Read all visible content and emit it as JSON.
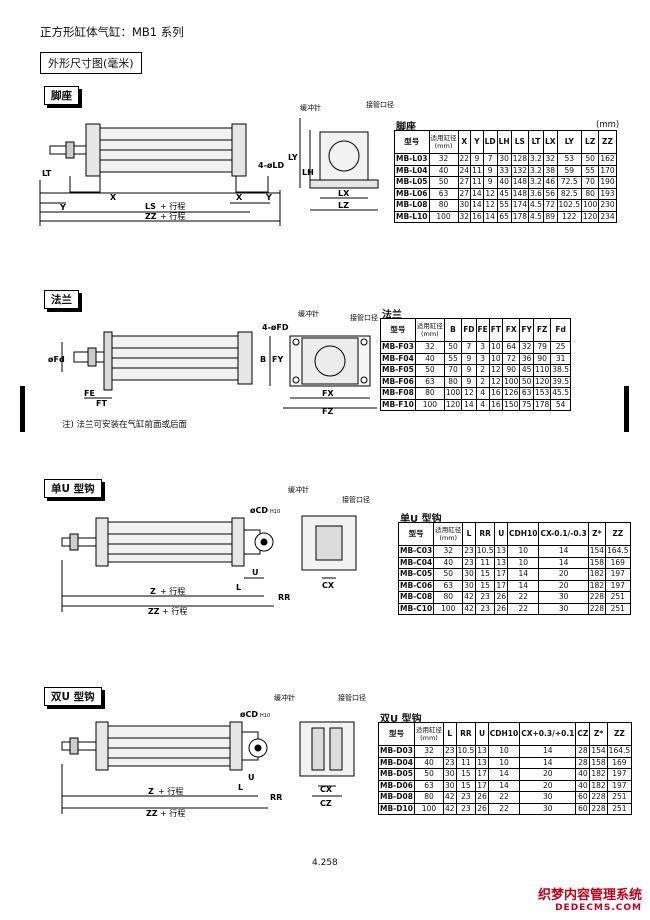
{
  "header": {
    "title": "正方形缸体气缸：MB1 系列",
    "subtitle": "外形尺寸图(毫米)"
  },
  "sections": {
    "foot": {
      "tag": "脚座",
      "table_title": "脚座",
      "unit": "(mm)"
    },
    "flange": {
      "tag": "法兰",
      "table_title": "法兰",
      "note": "注) 法兰可安装在气缸前面或后面"
    },
    "single_clevis": {
      "tag": "单U 型钩",
      "table_title": "单U 型钩"
    },
    "double_clevis": {
      "tag": "双U 型钩",
      "table_title": "双U 型钩"
    }
  },
  "labels": {
    "cushion_needle": "缓冲针",
    "port_size": "接管口径",
    "stroke_suffix": "+ 行程",
    "lt": "LT",
    "y": "Y",
    "x": "X",
    "ls": "LS",
    "zz": "ZZ",
    "z": "Z",
    "four_ld": "4-øLD",
    "ly": "LY",
    "lh": "LH",
    "lx": "LX",
    "lz": "LZ",
    "four_fd": "4-øFD",
    "fd_dia": "øFd",
    "fe": "FE",
    "ft": "FT",
    "b": "B",
    "fy": "FY",
    "fx": "FX",
    "fz": "FZ",
    "cd_h10": "øCD",
    "h10": "H10",
    "l": "L",
    "u": "U",
    "rr": "RR",
    "cx": "CX",
    "cz": "CZ"
  },
  "tables": {
    "foot": {
      "headers": [
        "型号",
        "适用缸径\n(mm)",
        "X",
        "Y",
        "LD",
        "LH",
        "LS",
        "LT",
        "LX",
        "LY",
        "LZ",
        "ZZ"
      ],
      "rows": [
        [
          "MB-L03",
          "32",
          "22",
          "9",
          "7",
          "30",
          "128",
          "3.2",
          "32",
          "53",
          "50",
          "162"
        ],
        [
          "MB-L04",
          "40",
          "24",
          "11",
          "9",
          "33",
          "132",
          "3.2",
          "38",
          "59",
          "55",
          "170"
        ],
        [
          "MB-L05",
          "50",
          "27",
          "11",
          "9",
          "40",
          "148",
          "3.2",
          "46",
          "72.5",
          "70",
          "190"
        ],
        [
          "MB-L06",
          "63",
          "27",
          "14",
          "12",
          "45",
          "148",
          "3.6",
          "56",
          "82.5",
          "80",
          "193"
        ],
        [
          "MB-L08",
          "80",
          "30",
          "14",
          "12",
          "55",
          "174",
          "4.5",
          "72",
          "102.5",
          "100",
          "230"
        ],
        [
          "MB-L10",
          "100",
          "32",
          "16",
          "14",
          "65",
          "178",
          "4.5",
          "89",
          "122",
          "120",
          "234"
        ]
      ]
    },
    "flange": {
      "headers": [
        "型号",
        "适用缸径\n(mm)",
        "B",
        "FD",
        "FE",
        "FT",
        "FX",
        "FY",
        "FZ",
        "Fd"
      ],
      "rows": [
        [
          "MB-F03",
          "32",
          "50",
          "7",
          "3",
          "10",
          "64",
          "32",
          "79",
          "25"
        ],
        [
          "MB-F04",
          "40",
          "55",
          "9",
          "3",
          "10",
          "72",
          "36",
          "90",
          "31"
        ],
        [
          "MB-F05",
          "50",
          "70",
          "9",
          "2",
          "12",
          "90",
          "45",
          "110",
          "38.5"
        ],
        [
          "MB-F06",
          "63",
          "80",
          "9",
          "2",
          "12",
          "100",
          "50",
          "120",
          "39.5"
        ],
        [
          "MB-F08",
          "80",
          "100",
          "12",
          "4",
          "16",
          "126",
          "63",
          "153",
          "45.5"
        ],
        [
          "MB-F10",
          "100",
          "120",
          "14",
          "4",
          "16",
          "150",
          "75",
          "178",
          "54"
        ]
      ]
    },
    "single_clevis": {
      "headers": [
        "型号",
        "适用缸径\n(mm)",
        "L",
        "RR",
        "U",
        "CDH10",
        "CX-0.1/-0.3",
        "Z*",
        "ZZ"
      ],
      "rows": [
        [
          "MB-C03",
          "32",
          "23",
          "10.5",
          "13",
          "10",
          "14",
          "154",
          "164.5"
        ],
        [
          "MB-C04",
          "40",
          "23",
          "11",
          "13",
          "10",
          "14",
          "158",
          "169"
        ],
        [
          "MB-C05",
          "50",
          "30",
          "15",
          "17",
          "14",
          "20",
          "182",
          "197"
        ],
        [
          "MB-C06",
          "63",
          "30",
          "15",
          "17",
          "14",
          "20",
          "182",
          "197"
        ],
        [
          "MB-C08",
          "80",
          "42",
          "23",
          "26",
          "22",
          "30",
          "228",
          "251"
        ],
        [
          "MB-C10",
          "100",
          "42",
          "23",
          "26",
          "22",
          "30",
          "228",
          "251"
        ]
      ]
    },
    "double_clevis": {
      "headers": [
        "型号",
        "适用缸径\n(mm)",
        "L",
        "RR",
        "U",
        "CDH10",
        "CX+0.3/+0.1",
        "CZ",
        "Z*",
        "ZZ"
      ],
      "rows": [
        [
          "MB-D03",
          "32",
          "23",
          "10.5",
          "13",
          "10",
          "14",
          "28",
          "154",
          "164.5"
        ],
        [
          "MB-D04",
          "40",
          "23",
          "11",
          "13",
          "10",
          "14",
          "28",
          "158",
          "169"
        ],
        [
          "MB-D05",
          "50",
          "30",
          "15",
          "17",
          "14",
          "20",
          "40",
          "182",
          "197"
        ],
        [
          "MB-D06",
          "63",
          "30",
          "15",
          "17",
          "14",
          "20",
          "40",
          "182",
          "197"
        ],
        [
          "MB-D08",
          "80",
          "42",
          "23",
          "26",
          "22",
          "30",
          "60",
          "228",
          "251"
        ],
        [
          "MB-D10",
          "100",
          "42",
          "23",
          "26",
          "22",
          "30",
          "60",
          "228",
          "251"
        ]
      ]
    }
  },
  "footer": {
    "page": "4.258"
  },
  "watermark": {
    "line1": "织梦内容管理系统",
    "line2": "DEDECMS.COM"
  }
}
